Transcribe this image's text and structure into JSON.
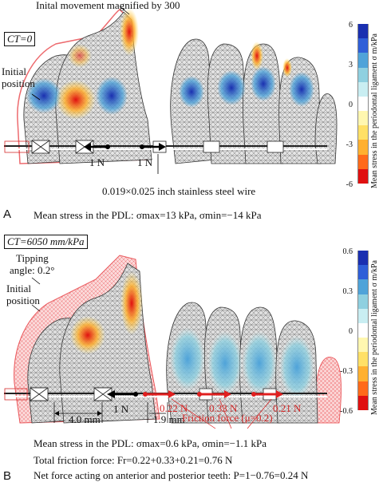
{
  "panelA": {
    "letter": "A",
    "ct_label": "CT=0",
    "top_note": "Inital movement magnified by 300",
    "initial_position": [
      "Initial",
      "position"
    ],
    "force_left": "1 N",
    "force_right": "1 N",
    "wire_note": "0.019×0.025 inch stainless steel wire",
    "stress_caption": "Mean stress in the PDL: σmax=13 kPa, σmin=−14 kPa",
    "colorbar": {
      "title": "Mean stress in the periodontal ligament σ m/kPa",
      "ticks": [
        "6",
        "3",
        "0",
        "-3",
        "-6"
      ]
    }
  },
  "panelB": {
    "letter": "B",
    "ct_label": "CT=6050 mm/kPa",
    "tipping": [
      "Tipping",
      "angle: 0.2°"
    ],
    "initial_position": [
      "Initial",
      "position"
    ],
    "force_main": "1 N",
    "friction_values": [
      "0.22 N",
      "0.33 N",
      "0.21 N"
    ],
    "dim_left": "4.0 mm",
    "dim_right": "1.9 mm",
    "friction_label": "Friction force (μ=0.2)",
    "stress_caption": "Mean stress in the PDL: σmax=0.6 kPa, σmin=−1.1 kPa",
    "total_friction": "Total friction force: Fr=0.22+0.33+0.21=0.76 N",
    "net_force": "Net force acting on anterior and posterior teeth: P=1−0.76=0.24 N",
    "colorbar": {
      "title": "Mean stress in the periodontal ligament σ m/kPa",
      "ticks": [
        "0.6",
        "0.3",
        "0",
        "-0.3",
        "-0.6"
      ]
    }
  },
  "colors": {
    "colorbar_scale": [
      "#1a2fb0",
      "#2f5fd8",
      "#4fa3d9",
      "#8fd0e0",
      "#c9eef2",
      "#ffffff",
      "#fff7b0",
      "#ffe066",
      "#ffb030",
      "#ff6a1a",
      "#e01010"
    ],
    "mesh_fill": "#d9d9d9",
    "initial_outline": "#e8454a",
    "friction_arrow": "#e02020"
  }
}
